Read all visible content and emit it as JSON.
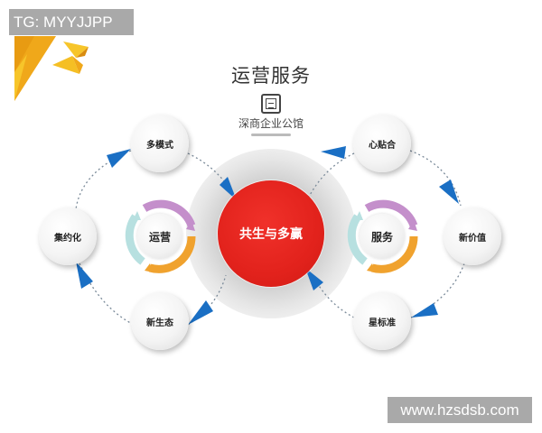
{
  "watermarks": {
    "top_left": "TG: MYYJJPP",
    "bottom_right": "www.hzsdsb.com"
  },
  "header": {
    "title": "运营服务",
    "logo_name": "深商企业公馆"
  },
  "center": {
    "label": "共生与多赢",
    "color": "#e2221c"
  },
  "left_cycle": {
    "hub_label": "运营",
    "nodes": [
      {
        "label": "多模式",
        "position": "top"
      },
      {
        "label": "集约化",
        "position": "left"
      },
      {
        "label": "新生态",
        "position": "bottom"
      }
    ]
  },
  "right_cycle": {
    "hub_label": "服务",
    "nodes": [
      {
        "label": "心贴合",
        "position": "top"
      },
      {
        "label": "新价值",
        "position": "right"
      },
      {
        "label": "星标准",
        "position": "bottom"
      }
    ]
  },
  "colors": {
    "arrow": "#1a6fc4",
    "ring_purple": "#c48fcb",
    "ring_orange": "#f0a22e",
    "ring_teal": "#b7e0e0",
    "corner_gold": "#f2b31c"
  }
}
